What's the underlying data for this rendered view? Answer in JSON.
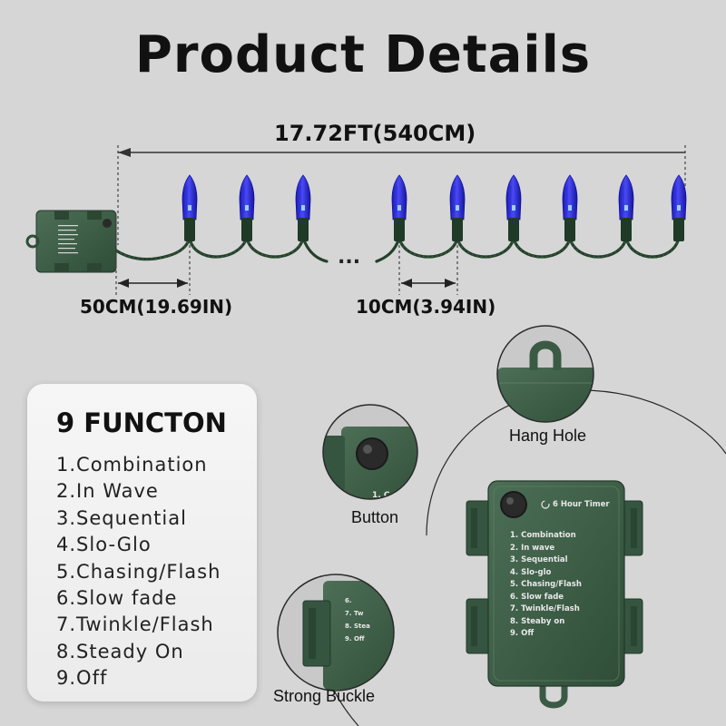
{
  "title": "Product Details",
  "dimensions": {
    "total_length": "17.72FT(540CM)",
    "lead_length": "50CM(19.69IN)",
    "bulb_spacing": "10CM(3.94IN)",
    "gap_marker": "..."
  },
  "functions": {
    "heading": "9 FUNCTON",
    "items": [
      "1.Combination",
      "2.In Wave",
      "3.Sequential",
      "4.Slo-Glo",
      "5.Chasing/Flash",
      "6.Slow fade",
      "7.Twinkle/Flash",
      "8.Steady On",
      "9.Off"
    ]
  },
  "callouts": {
    "hang_hole": "Hang Hole",
    "button": "Button",
    "strong_buckle": "Strong Buckle"
  },
  "battery_box": {
    "timer_label": "6 Hour Timer",
    "modes": [
      "1.   Combination",
      "2.   In wave",
      "3.   Sequential",
      "4.   Slo-glo",
      "5.   Chasing/Flash",
      "6.   Slow fade",
      "7.   Twinkle/Flash",
      "8.   Steaby on",
      "9.   Off"
    ]
  },
  "colors": {
    "background": "#d6d6d6",
    "bulb_blue": "#2f2fe0",
    "wire_green": "#2b4a32",
    "box_green": "#3f5f48"
  },
  "icons": {
    "timer": "timer-icon",
    "button": "push-button-icon"
  }
}
